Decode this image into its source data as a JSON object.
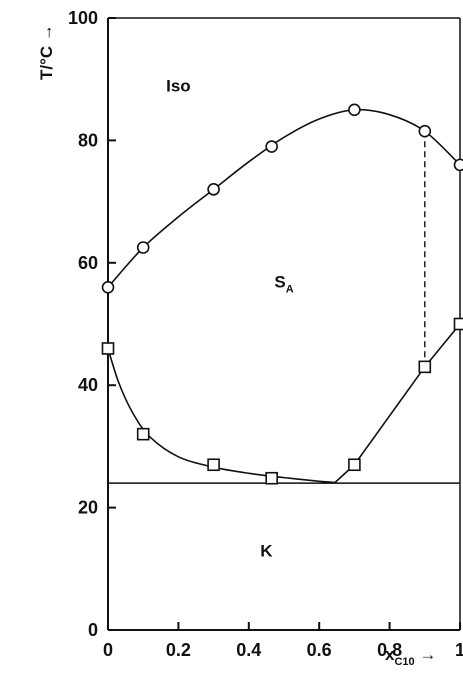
{
  "chart_data": {
    "type": "scatter",
    "title": "",
    "xlabel": "x",
    "xlabel_sub": "C10",
    "ylabel": "T/°C",
    "xlim": [
      0,
      1
    ],
    "ylim": [
      0,
      100
    ],
    "x_ticks": [
      0,
      0.2,
      0.4,
      0.6,
      0.8,
      1
    ],
    "x_tick_labels": [
      "0",
      "0.2",
      "0.4",
      "0.6",
      "0.8",
      "1"
    ],
    "y_ticks": [
      0,
      20,
      40,
      60,
      80,
      100
    ],
    "y_tick_labels": [
      "0",
      "20",
      "40",
      "60",
      "80",
      "100"
    ],
    "grid": false,
    "series": [
      {
        "marker": "circle",
        "x": [
          0,
          0.1,
          0.3,
          0.465,
          0.7,
          0.9,
          1.0
        ],
        "y": [
          56,
          62.5,
          72,
          79,
          85,
          81.5,
          76
        ]
      },
      {
        "marker": "square",
        "x": [
          0,
          0.1,
          0.3,
          0.465,
          0.7,
          0.9,
          1.0
        ],
        "y": [
          46,
          32,
          27,
          24.8,
          27,
          43,
          50
        ]
      }
    ],
    "lines": {
      "clearing_curve": [
        [
          0,
          56
        ],
        [
          0.1,
          62.5
        ],
        [
          0.2,
          67.5
        ],
        [
          0.3,
          72
        ],
        [
          0.4,
          76.5
        ],
        [
          0.5,
          80.5
        ],
        [
          0.6,
          83.5
        ],
        [
          0.7,
          85
        ],
        [
          0.8,
          84.2
        ],
        [
          0.9,
          81.5
        ],
        [
          1.0,
          76
        ]
      ],
      "melting_curve": [
        [
          0,
          46
        ],
        [
          0.03,
          40.5
        ],
        [
          0.07,
          35.5
        ],
        [
          0.12,
          31.5
        ],
        [
          0.2,
          28.3
        ],
        [
          0.3,
          26.6
        ],
        [
          0.4,
          25.6
        ],
        [
          0.5,
          24.9
        ],
        [
          0.6,
          24.3
        ],
        [
          0.645,
          24.1
        ]
      ],
      "melting_right": [
        [
          0.645,
          24.1
        ],
        [
          0.7,
          27
        ],
        [
          0.9,
          43
        ],
        [
          1.0,
          50
        ]
      ],
      "eutectic": 24,
      "dashed": [
        [
          0.9,
          81.5
        ],
        [
          0.9,
          43
        ]
      ]
    },
    "annotations": [
      {
        "text": "Iso",
        "x": 0.2,
        "y": 88
      },
      {
        "text": "S",
        "sub": "A",
        "x": 0.5,
        "y": 56
      },
      {
        "text": "K",
        "x": 0.45,
        "y": 12
      }
    ]
  }
}
